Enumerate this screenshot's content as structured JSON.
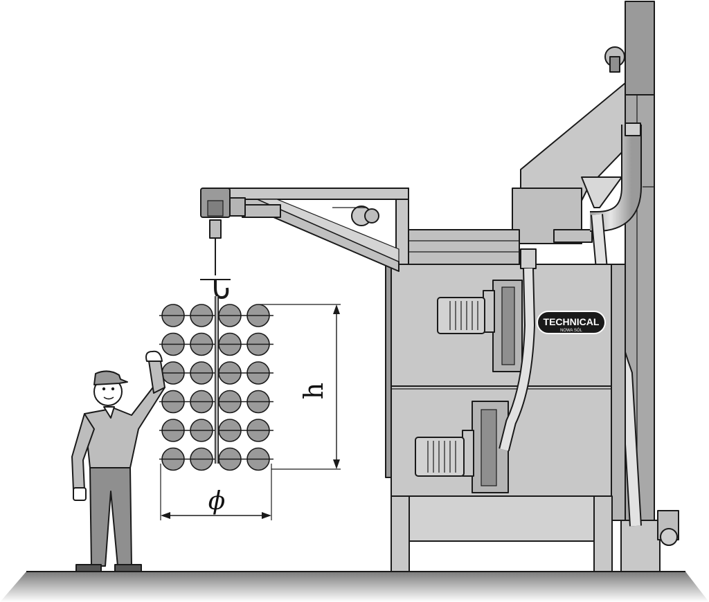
{
  "dimensions": {
    "height_label": "h",
    "diameter_label": "ϕ"
  },
  "brand_plate": {
    "name": "TECHNICAL",
    "location": "NOWA SÓL"
  },
  "rack": {
    "rows": 6,
    "columns": 4
  },
  "colors": {
    "machine_gray": "#c8c8c8",
    "dark_gray": "#9a9a9a",
    "ink": "#1a1a1a",
    "plate": "#1a1a1a"
  }
}
